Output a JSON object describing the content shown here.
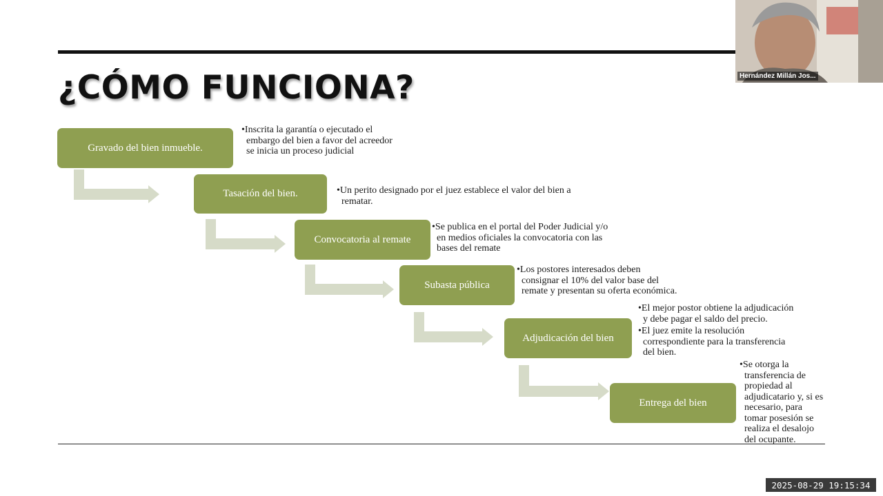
{
  "slide": {
    "title": "¿CÓMO FUNCIONA?",
    "steps": [
      {
        "label": "Gravado del bien inmueble.",
        "notes": [
          "•Inscrita la garantía o ejecutado el embargo del bien a favor del acreedor se inicia un proceso judicial"
        ]
      },
      {
        "label": "Tasación del bien.",
        "notes": [
          "•Un perito designado por el juez establece el valor del bien a rematar."
        ]
      },
      {
        "label": "Convocatoria al remate",
        "notes": [
          "•Se publica en el portal del Poder Judicial y/o en medios oficiales la convocatoria con las bases del remate"
        ]
      },
      {
        "label": "Subasta pública",
        "notes": [
          "•Los postores interesados deben consignar el 10% del valor base del remate y presentan su oferta económica."
        ]
      },
      {
        "label": "Adjudicación del bien",
        "notes": [
          "•El mejor postor obtiene la adjudicación y debe pagar el saldo del precio.",
          "•El juez emite la resolución correspondiente para la transferencia del bien."
        ]
      },
      {
        "label": "Entrega del bien",
        "notes": [
          "•Se otorga la transferencia de propiedad al adjudicatario y, si es necesario, para tomar posesión se realiza el desalojo del ocupante."
        ]
      }
    ]
  },
  "colors": {
    "step_fill": "#8f9f51",
    "connector": "#d6dbc8",
    "text": "#1a1a1a"
  },
  "webcam": {
    "participant_name": "Hernández Millán Jos..."
  },
  "recording": {
    "timestamp": "2025-08-29 19:15:34"
  }
}
